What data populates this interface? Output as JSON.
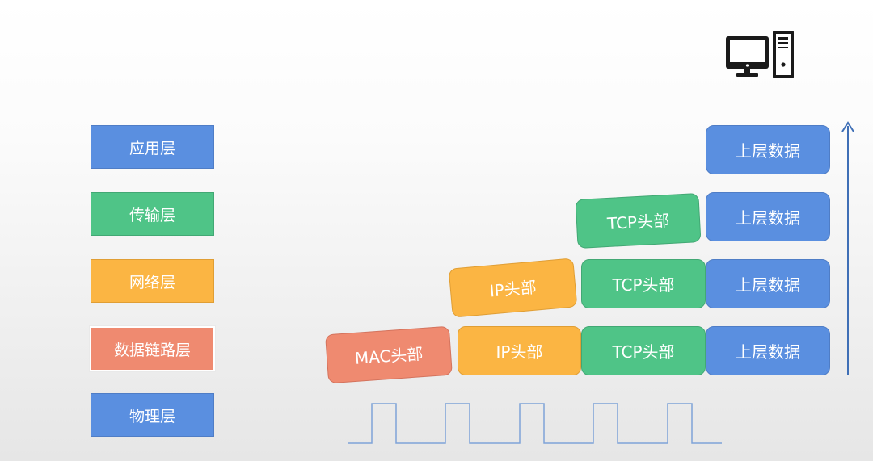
{
  "layers": [
    {
      "label": "应用层",
      "color": "#5a8fe0"
    },
    {
      "label": "传输层",
      "color": "#4fc487"
    },
    {
      "label": "网络层",
      "color": "#fbb543"
    },
    {
      "label": "数据链路层",
      "color": "#ef8a70"
    },
    {
      "label": "物理层",
      "color": "#5a8fe0"
    }
  ],
  "rows": {
    "application": {
      "data": "上层数据"
    },
    "transport": {
      "tcp": "TCP头部",
      "data": "上层数据"
    },
    "network": {
      "ip": "IP头部",
      "tcp": "TCP头部",
      "data": "上层数据"
    },
    "datalink": {
      "mac": "MAC头部",
      "ip": "IP头部",
      "tcp": "TCP头部",
      "data": "上层数据"
    }
  },
  "icons": {
    "computer": "computer-icon",
    "arrow": "up-arrow"
  }
}
